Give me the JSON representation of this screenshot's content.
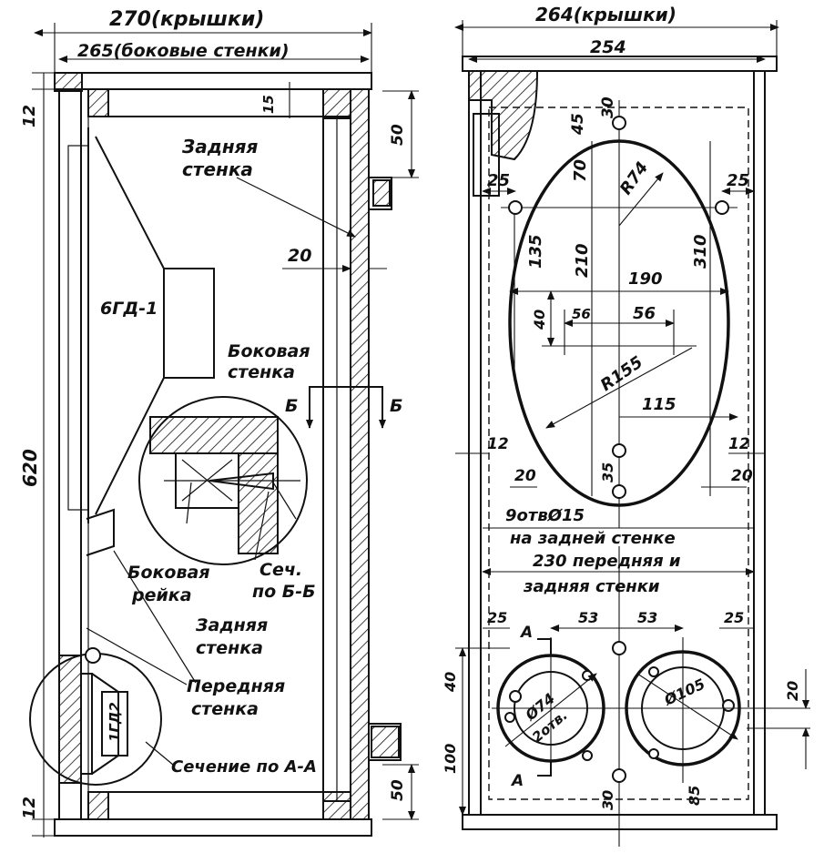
{
  "left_view": {
    "dim_top_covers": "270(крышки)",
    "dim_side_walls": "265(боковые стенки)",
    "dim_12_top": "12",
    "dim_15": "15",
    "dim_50_top": "50",
    "dim_20": "20",
    "dim_620": "620",
    "dim_50_bottom": "50",
    "dim_12_bottom": "12",
    "label_back_wall_1": "Задняя",
    "label_back_wall_2": "стенка",
    "label_speaker_6gd": "6ГД-1",
    "label_side_wall_1": "Боковая",
    "label_side_wall_2": "стенка",
    "section_mark_left": "Б",
    "section_mark_right": "Б",
    "label_side_rail_1": "Боковая",
    "label_side_rail_2": "рейка",
    "label_sec_bb_1": "Сеч.",
    "label_sec_bb_2": "по Б-Б",
    "label_back_wall_b1": "Задняя",
    "label_back_wall_b2": "стенка",
    "label_front_wall_1": "Передняя",
    "label_front_wall_2": "стенка",
    "label_speaker_1gd": "1ГД2",
    "label_section_aa": "Сечение по А-А"
  },
  "right_view": {
    "dim_top_covers": "264(крышки)",
    "dim_254": "254",
    "dim_45": "45",
    "dim_30_top": "30",
    "dim_70": "70",
    "dim_r74": "R74",
    "dim_25_left": "25",
    "dim_25_right": "25",
    "dim_135": "135",
    "dim_210": "210",
    "dim_310": "310",
    "dim_190": "190",
    "dim_40": "40",
    "dim_56_left": "56",
    "dim_56_right": "56",
    "dim_r155": "R155",
    "dim_115": "115",
    "dim_12_left": "12",
    "dim_12_right": "12",
    "dim_20_left": "20",
    "dim_20_right": "20",
    "dim_35": "35",
    "note_holes": "9отвØ15",
    "note_back_wall": "на задней стенке",
    "note_front_back_1": "230 передняя и",
    "note_front_back_2": "задняя стенки",
    "dim_25_bl": "25",
    "dim_53_left": "53",
    "dim_53_right": "53",
    "dim_25_br": "25",
    "mark_a_top": "А",
    "mark_a_bottom": "А",
    "dim_40_bottom": "40",
    "dim_d74": "Ø74",
    "dim_2holes": "2отв.",
    "dim_d105": "Ø105",
    "dim_20_bottom": "20",
    "dim_100": "100",
    "dim_30_bottom": "30",
    "dim_85": "85"
  }
}
